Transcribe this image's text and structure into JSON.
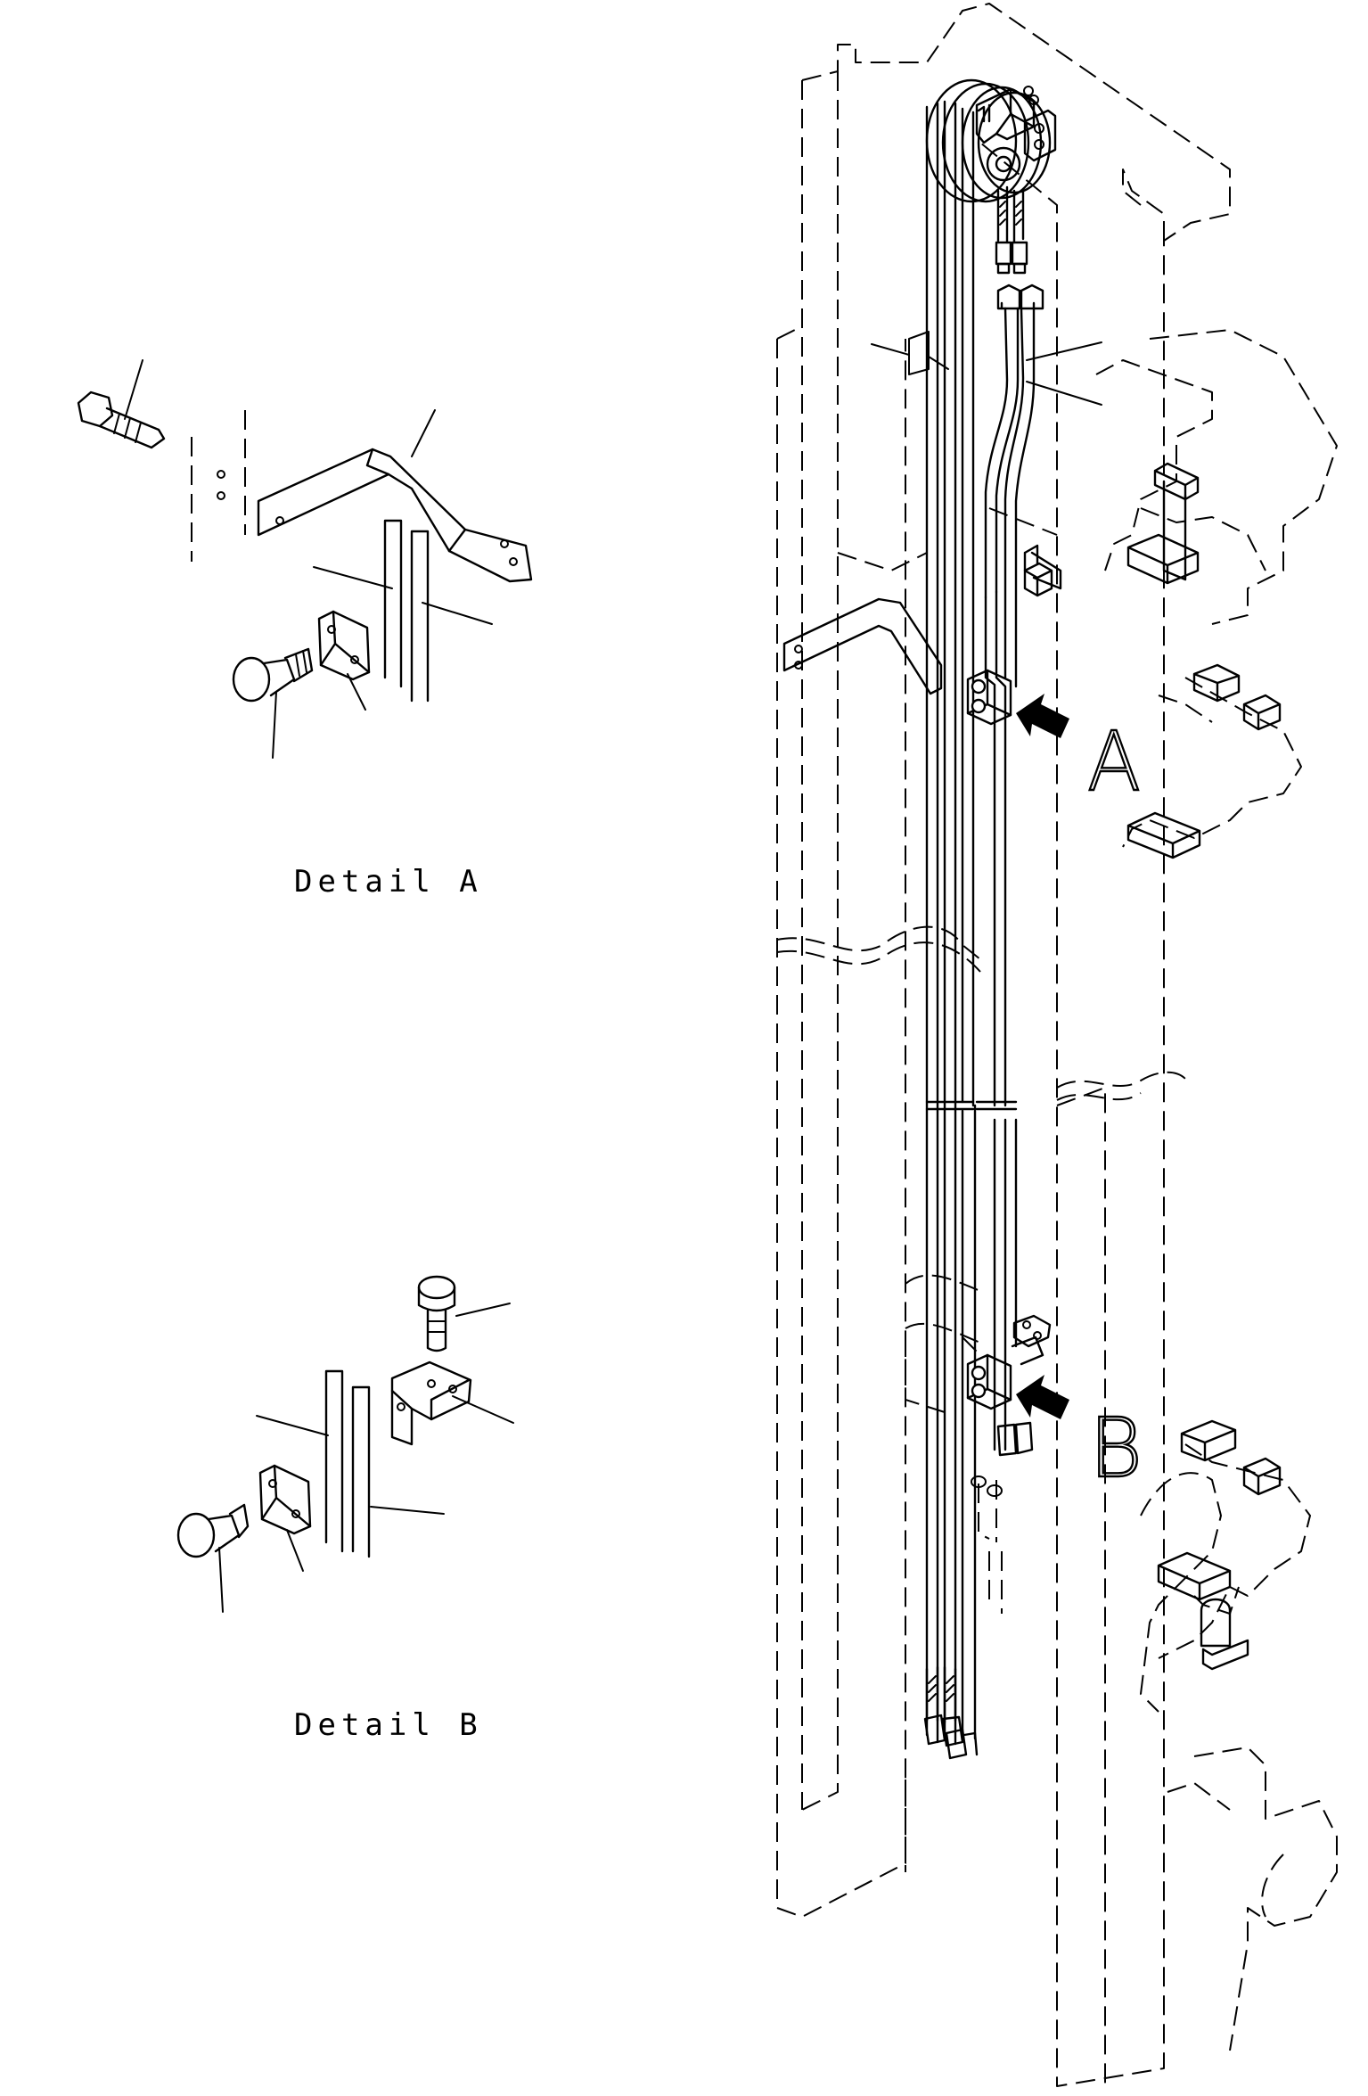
{
  "detail_a": {
    "caption": "Detail A"
  },
  "detail_b": {
    "caption": "Detail B"
  },
  "main_view": {
    "view_marker_a": "A",
    "view_marker_b": "B"
  }
}
